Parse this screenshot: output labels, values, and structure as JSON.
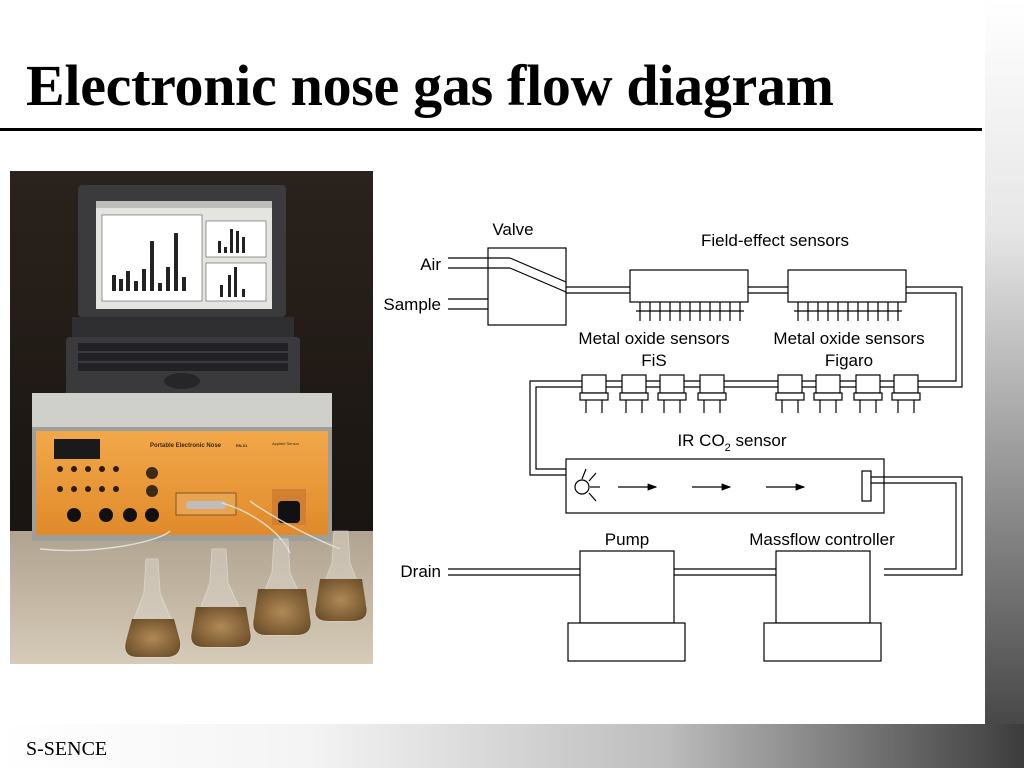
{
  "slide": {
    "title": "Electronic nose gas flow diagram",
    "footer": "S-SENCE"
  },
  "photo": {
    "device_label": "Portable Electronic Nose",
    "model_label": "EN-01",
    "vendor_label": "Applied Sensor"
  },
  "diagram": {
    "valve": "Valve",
    "air": "Air",
    "sample": "Sample",
    "field_effect": "Field-effect sensors",
    "metal_oxide_1": "Metal oxide sensors",
    "metal_oxide_1_maker": "FiS",
    "metal_oxide_2": "Metal oxide sensors",
    "metal_oxide_2_maker": "Figaro",
    "ir_sensor_prefix": "IR CO",
    "ir_sensor_sub": "2",
    "ir_sensor_suffix": " sensor",
    "pump": "Pump",
    "massflow": "Massflow controller",
    "drain": "Drain"
  },
  "colors": {
    "panel_orange": "#f0a040",
    "photo_background": "#1e1814",
    "line": "#000000"
  }
}
